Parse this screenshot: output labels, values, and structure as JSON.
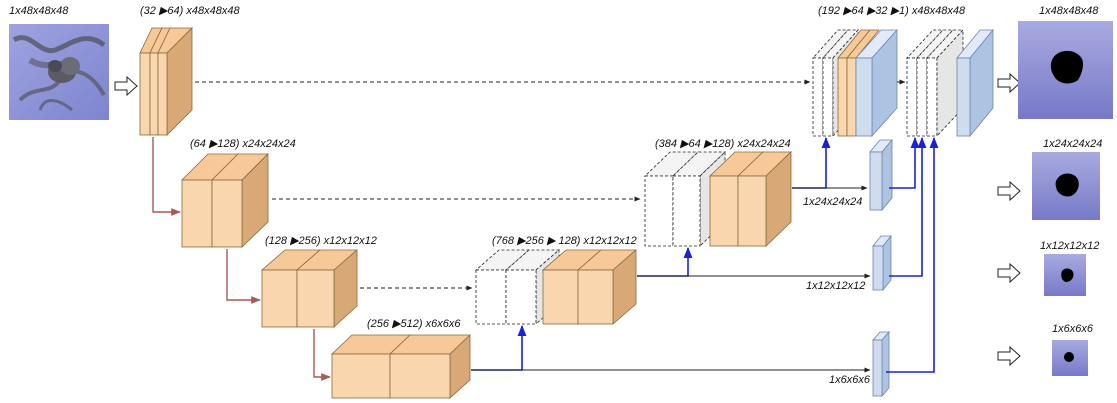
{
  "labels": {
    "input_dims": "1x48x48x48",
    "enc1": "(32 ▶64) x48x48x48",
    "enc2": "(64 ▶128) x24x24x24",
    "enc3": "(128 ▶256) x12x12x12",
    "bottleneck": "(256 ▶512) x6x6x6",
    "dec3": "(768 ▶256 ▶ 128) x12x12x12",
    "dec2": "(384 ▶64 ▶128) x24x24x24",
    "dec1": "(192 ▶64 ▶32 ▶1) x48x48x48",
    "ds2": "1x24x24x24",
    "ds3": "1x12x12x12",
    "ds4": "1x6x6x6",
    "out1": "1x48x48x48",
    "out2": "1x24x24x24",
    "out3": "1x12x12x12",
    "out4": "1x6x6x6"
  },
  "colors": {
    "encoder_block": "#f9d6ae",
    "concat_block": "#ffffff",
    "output_block": "#cfdcef",
    "downsample_arrow": "#a85a55",
    "upsample_arrow": "#1a22d6",
    "output_image_bg": "#8d8fd6",
    "segmentation": "#000000"
  }
}
